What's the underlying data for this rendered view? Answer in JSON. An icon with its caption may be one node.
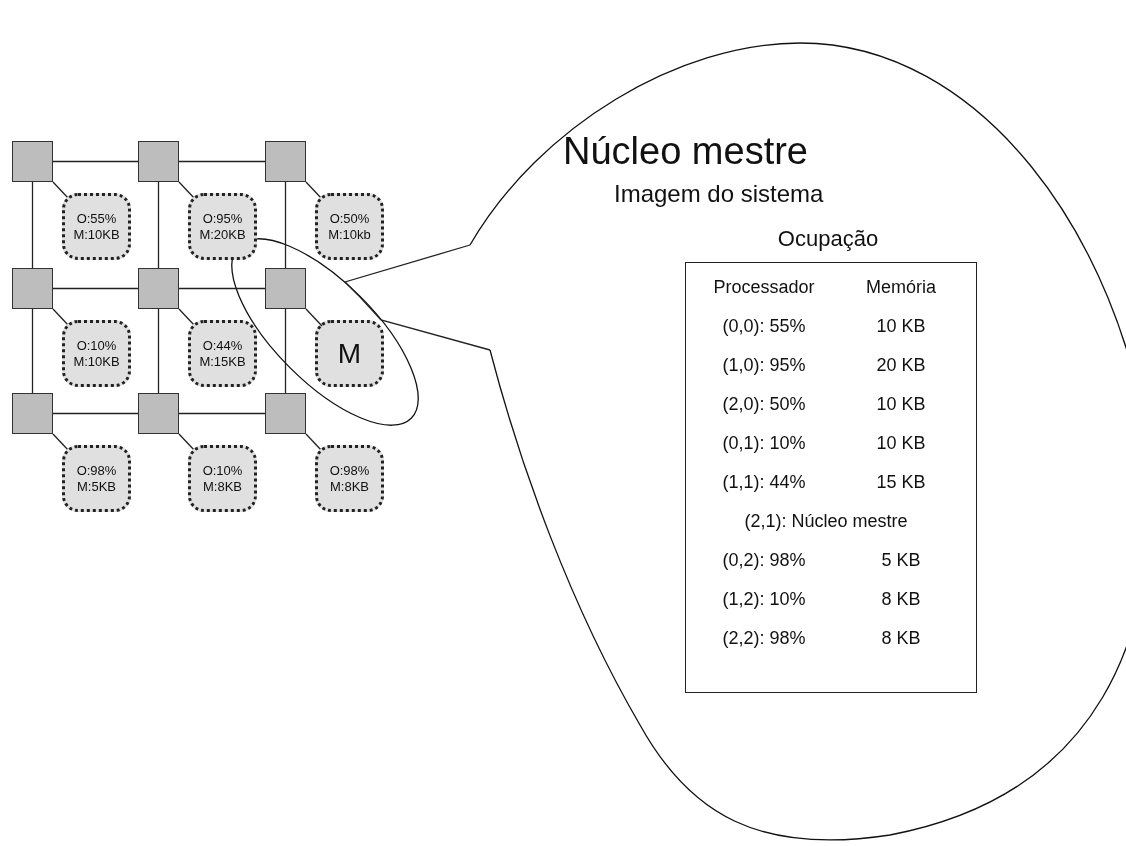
{
  "diagram": {
    "nodes": [
      {
        "text": [],
        "shape": "box"
      },
      {
        "text": [],
        "shape": "box"
      },
      {
        "text": [],
        "shape": "box"
      },
      {
        "text": [
          "O:55% M:10KB"
        ]
      },
      {
        "text": [
          "O:95% M:20KB"
        ]
      },
      {
        "text": [
          "O:50% M:10kb"
        ]
      },
      {
        "text": [],
        "shape": "box"
      },
      {
        "text": [],
        "shape": "box"
      },
      {
        "text": [],
        "shape": "ellipse"
      },
      {
        "text": [],
        "shape": "box",
        "in": 8
      },
      {
        "text": [
          "O:10% M:10KB"
        ]
      },
      {
        "text": [
          "O:44% M:15KB"
        ]
      },
      {
        "text": [
          "M"
        ],
        "in": 8
      },
      {
        "text": [],
        "shape": "box"
      },
      {
        "text": [],
        "shape": "box"
      },
      {
        "text": [],
        "shape": "box"
      },
      {
        "text": [
          "O:98% M:5KB"
        ]
      },
      {
        "text": [
          "O:10% M:8KB"
        ]
      },
      {
        "text": [
          "O:98% M:8KB"
        ]
      },
      {
        "text": [
          "Núcleo mestre",
          "Imagem do sistema"
        ]
      },
      {
        "text": [
          "Ocupação",
          "Processador",
          "Memória",
          "(0,0): 55%",
          "10 KB",
          "(1,0): 95%",
          "20 KB",
          "(2,0): 50%",
          "10 KB",
          "(0,1): 10%",
          "10 KB",
          "(1,1): 44%",
          "15 KB",
          "(2,1): Núcleo mestre",
          "(0,2): 98%",
          "5 KB",
          "(1,2): 10%",
          "8 KB",
          "(2,2): 98%",
          "8 KB"
        ],
        "in": 19
      }
    ],
    "edges": [
      {
        "from": 0,
        "to": 1,
        "arrow": "none"
      },
      {
        "from": 1,
        "to": 2,
        "arrow": "none"
      },
      {
        "from": 6,
        "to": 7,
        "arrow": "none"
      },
      {
        "from": 7,
        "to": 9,
        "arrow": "none"
      },
      {
        "from": 13,
        "to": 14,
        "arrow": "none"
      },
      {
        "from": 14,
        "to": 15,
        "arrow": "none"
      },
      {
        "from": 0,
        "to": 6,
        "arrow": "none"
      },
      {
        "from": 6,
        "to": 13,
        "arrow": "none"
      },
      {
        "from": 1,
        "to": 7,
        "arrow": "none"
      },
      {
        "from": 7,
        "to": 14,
        "arrow": "none"
      },
      {
        "from": 2,
        "to": 9,
        "arrow": "none"
      },
      {
        "from": 9,
        "to": 15,
        "arrow": "none"
      },
      {
        "from": 0,
        "to": 3,
        "arrow": "none"
      },
      {
        "from": 1,
        "to": 4,
        "arrow": "none"
      },
      {
        "from": 2,
        "to": 5,
        "arrow": "none"
      },
      {
        "from": 6,
        "to": 10,
        "arrow": "none"
      },
      {
        "from": 7,
        "to": 11,
        "arrow": "none"
      },
      {
        "from": 9,
        "to": 12,
        "arrow": "none"
      },
      {
        "from": 13,
        "to": 16,
        "arrow": "none"
      },
      {
        "from": 14,
        "to": 17,
        "arrow": "none"
      },
      {
        "from": 15,
        "to": 18,
        "arrow": "none"
      },
      {
        "from": 19,
        "to": 8,
        "arrow": "none"
      }
    ]
  }
}
